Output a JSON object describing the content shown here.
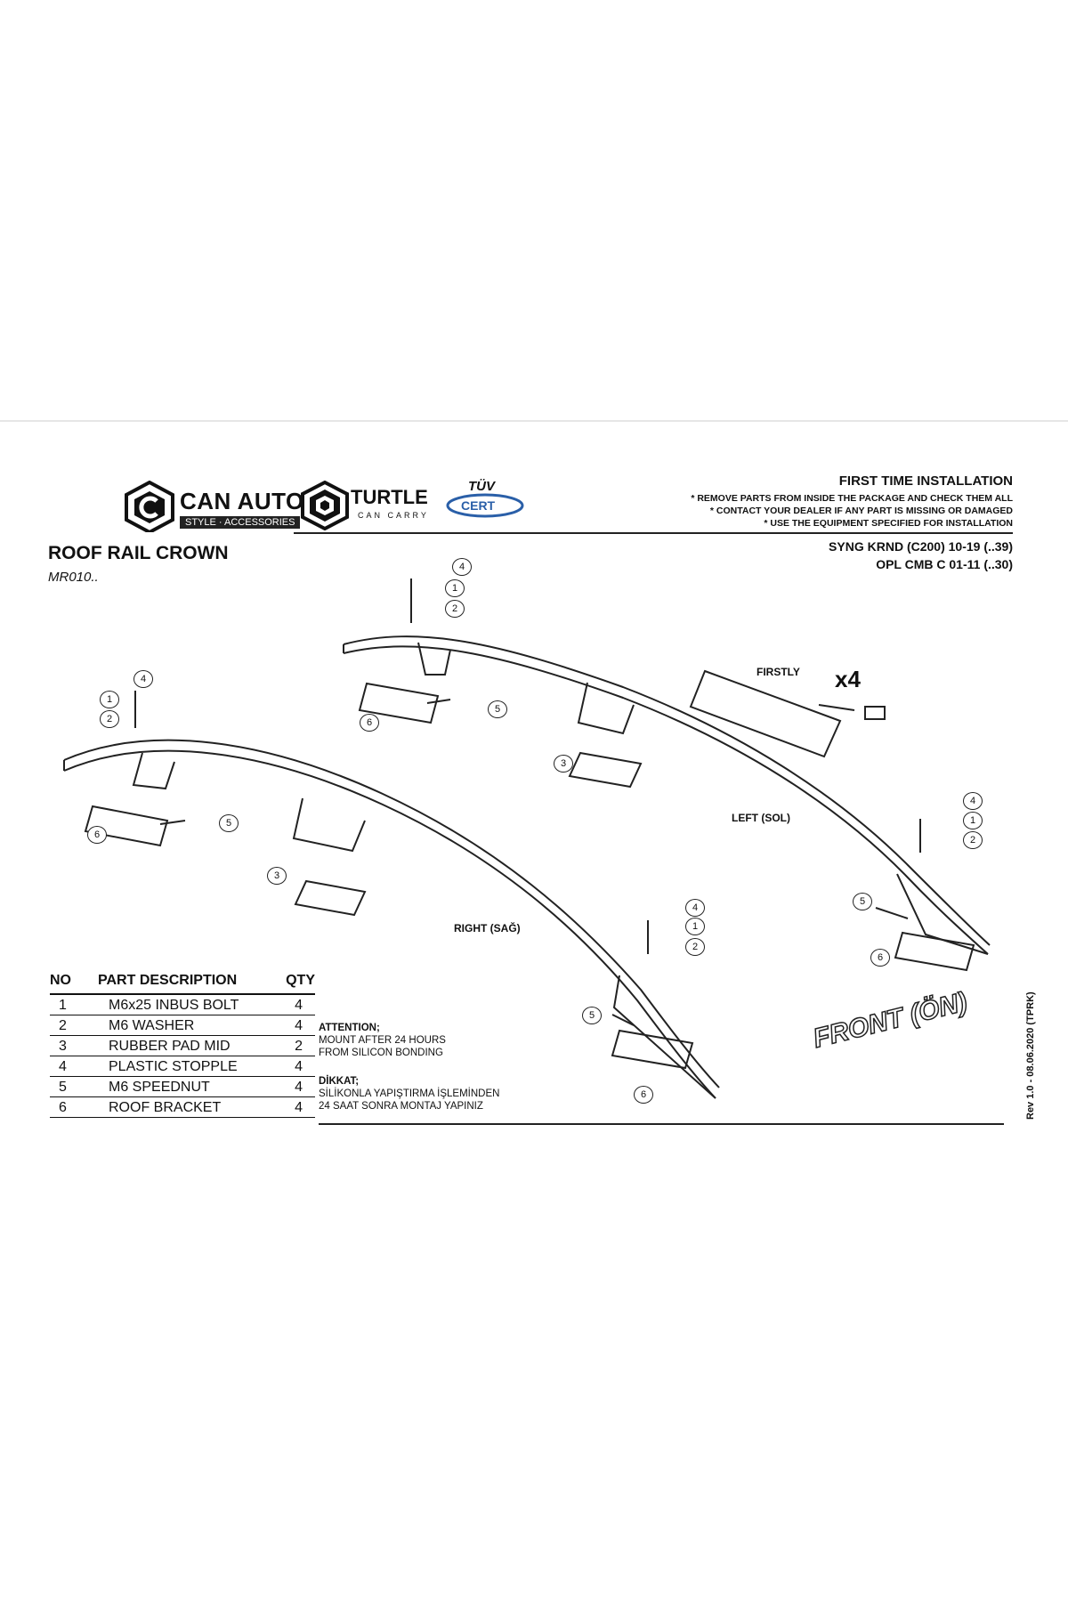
{
  "brand": {
    "can_auto": "CAN AUTO",
    "can_auto_sub": "STYLE · ACCESSORIES",
    "turtle": "TURTLE",
    "turtle_sub": "CAN CARRY",
    "tuv_top": "TÜV",
    "tuv_bottom": "CERT"
  },
  "product": {
    "title": "ROOF RAIL CROWN",
    "code": "MR010.."
  },
  "installation": {
    "title": "FIRST TIME INSTALLATION",
    "lines": [
      "* REMOVE PARTS FROM INSIDE THE PACKAGE AND CHECK THEM ALL",
      "* CONTACT YOUR DEALER IF ANY PART IS MISSING OR DAMAGED",
      "* USE THE EQUIPMENT SPECIFIED FOR INSTALLATION"
    ]
  },
  "models": [
    "SYNG KRND (C200) 10-19 (..39)",
    "OPL CMB C 01-11 (..30)"
  ],
  "parts_table": {
    "headers": {
      "no": "NO",
      "description": "PART DESCRIPTION",
      "qty": "QTY"
    },
    "rows": [
      {
        "no": "1",
        "description": "M6x25 INBUS BOLT",
        "qty": "4"
      },
      {
        "no": "2",
        "description": "M6 WASHER",
        "qty": "4"
      },
      {
        "no": "3",
        "description": "RUBBER PAD MID",
        "qty": "2"
      },
      {
        "no": "4",
        "description": "PLASTIC STOPPLE",
        "qty": "4"
      },
      {
        "no": "5",
        "description": "M6 SPEEDNUT",
        "qty": "4"
      },
      {
        "no": "6",
        "description": "ROOF BRACKET",
        "qty": "4"
      }
    ]
  },
  "attention": {
    "heading": "ATTENTION;",
    "lines": [
      "MOUNT AFTER 24 HOURS",
      "FROM SILICON BONDING"
    ]
  },
  "dikkat": {
    "heading": "DİKKAT;",
    "lines": [
      "SİLİKONLA YAPIŞTIRMA İŞLEMİNDEN",
      "24 SAAT SONRA MONTAJ YAPINIZ"
    ]
  },
  "labels": {
    "firstly": "FIRSTLY",
    "x4": "x4",
    "left": "LEFT (SOL)",
    "right": "RIGHT (SAĞ)",
    "front": "FRONT (ÖN)"
  },
  "revision": "Rev 1.0 - 08.06.2020 (TPRK)",
  "callouts": [
    "1",
    "2",
    "3",
    "4",
    "5",
    "6"
  ]
}
